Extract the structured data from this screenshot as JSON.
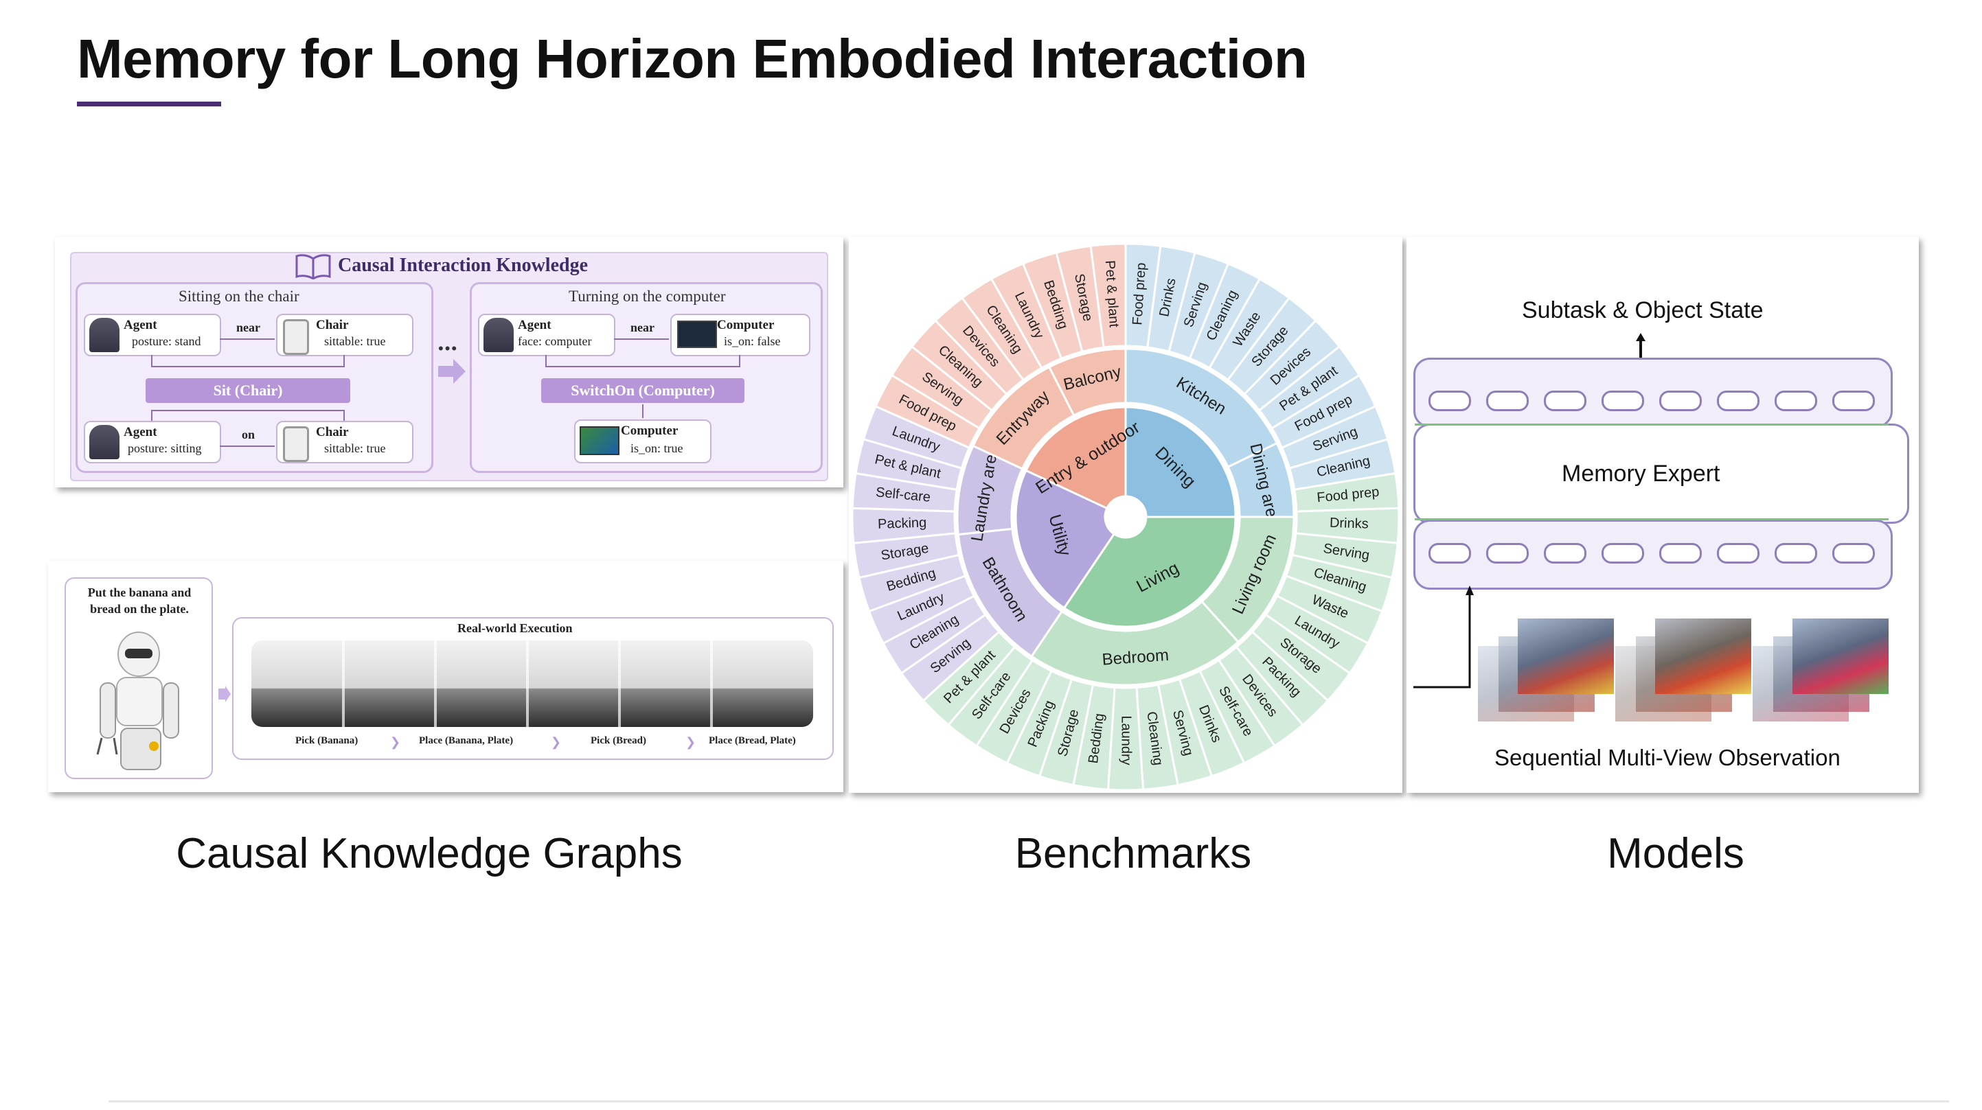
{
  "slide": {
    "title": "Memory for Long Horizon Embodied Interaction"
  },
  "captions": {
    "left": "Causal Knowledge Graphs",
    "middle": "Benchmarks",
    "right": "Models"
  },
  "causal_panel": {
    "header": "Causal Interaction Knowledge",
    "dots": "•••",
    "left_example": {
      "title": "Sitting on the chair",
      "top_agent_title": "Agent",
      "top_agent_state": "posture: stand",
      "top_relation": "near",
      "top_object_title": "Chair",
      "top_object_state": "sittable: true",
      "action": "Sit (Chair)",
      "bottom_agent_title": "Agent",
      "bottom_agent_state": "posture: sitting",
      "bottom_relation": "on",
      "bottom_object_title": "Chair",
      "bottom_object_state": "sittable: true"
    },
    "right_example": {
      "title": "Turning on the computer",
      "agent_title": "Agent",
      "agent_state": "face: computer",
      "relation": "near",
      "object_title": "Computer",
      "object_state": "is_on: false",
      "action": "SwitchOn (Computer)",
      "result_title": "Computer",
      "result_state": "is_on: true"
    }
  },
  "execution_panel": {
    "instruction": "Put the banana and bread on the plate.",
    "header": "Real-world Execution",
    "steps": [
      "Pick (Banana)",
      "Place (Banana, Plate)",
      "Pick (Bread)",
      "Place (Bread, Plate)"
    ]
  },
  "benchmark_wheel": {
    "inner": [
      {
        "label": "Dining",
        "color": "#8cbfe0"
      },
      {
        "label": "Living",
        "color": "#93cfa4"
      },
      {
        "label": "Utility",
        "color": "#b3a6dc"
      },
      {
        "label": "Entry & outdoor",
        "color": "#efa590"
      }
    ],
    "middle": [
      {
        "label": "Kitchen",
        "group": "blue"
      },
      {
        "label": "Dining area",
        "group": "blue"
      },
      {
        "label": "Living room",
        "group": "green"
      },
      {
        "label": "Bedroom",
        "group": "green"
      },
      {
        "label": "Bathroom",
        "group": "purple"
      },
      {
        "label": "Laundry area",
        "group": "purple"
      },
      {
        "label": "Entryway",
        "group": "salmon"
      },
      {
        "label": "Balcony",
        "group": "salmon"
      }
    ],
    "outer": [
      {
        "label": "Food prep",
        "group": "blue"
      },
      {
        "label": "Drinks",
        "group": "blue"
      },
      {
        "label": "Serving",
        "group": "blue"
      },
      {
        "label": "Cleaning",
        "group": "blue"
      },
      {
        "label": "Waste",
        "group": "blue"
      },
      {
        "label": "Storage",
        "group": "blue"
      },
      {
        "label": "Devices",
        "group": "blue"
      },
      {
        "label": "Pet & plant",
        "group": "blue"
      },
      {
        "label": "Food prep",
        "group": "blue"
      },
      {
        "label": "Serving",
        "group": "blue"
      },
      {
        "label": "Cleaning",
        "group": "blue"
      },
      {
        "label": "Food prep",
        "group": "green"
      },
      {
        "label": "Drinks",
        "group": "green"
      },
      {
        "label": "Serving",
        "group": "green"
      },
      {
        "label": "Cleaning",
        "group": "green"
      },
      {
        "label": "Waste",
        "group": "green"
      },
      {
        "label": "Laundry",
        "group": "green"
      },
      {
        "label": "Storage",
        "group": "green"
      },
      {
        "label": "Packing",
        "group": "green"
      },
      {
        "label": "Devices",
        "group": "green"
      },
      {
        "label": "Self-care",
        "group": "green"
      },
      {
        "label": "Drinks",
        "group": "green"
      },
      {
        "label": "Serving",
        "group": "green"
      },
      {
        "label": "Cleaning",
        "group": "green"
      },
      {
        "label": "Laundry",
        "group": "green"
      },
      {
        "label": "Bedding",
        "group": "green"
      },
      {
        "label": "Storage",
        "group": "green"
      },
      {
        "label": "Packing",
        "group": "green"
      },
      {
        "label": "Devices",
        "group": "green"
      },
      {
        "label": "Self-care",
        "group": "green"
      },
      {
        "label": "Pet & plant",
        "group": "green"
      },
      {
        "label": "Serving",
        "group": "purple"
      },
      {
        "label": "Cleaning",
        "group": "purple"
      },
      {
        "label": "Laundry",
        "group": "purple"
      },
      {
        "label": "Bedding",
        "group": "purple"
      },
      {
        "label": "Storage",
        "group": "purple"
      },
      {
        "label": "Packing",
        "group": "purple"
      },
      {
        "label": "Self-care",
        "group": "purple"
      },
      {
        "label": "Pet & plant",
        "group": "purple"
      },
      {
        "label": "Laundry",
        "group": "purple"
      },
      {
        "label": "Food prep",
        "group": "salmon"
      },
      {
        "label": "Serving",
        "group": "salmon"
      },
      {
        "label": "Cleaning",
        "group": "salmon"
      },
      {
        "label": "Devices",
        "group": "salmon"
      },
      {
        "label": "Cleaning",
        "group": "salmon"
      },
      {
        "label": "Laundry",
        "group": "salmon"
      },
      {
        "label": "Bedding",
        "group": "salmon"
      },
      {
        "label": "Storage",
        "group": "salmon"
      },
      {
        "label": "Pet & plant",
        "group": "salmon"
      }
    ],
    "group_colors": {
      "blue": "#cfe3f1",
      "green": "#d3ebdb",
      "purple": "#dcd6ee",
      "salmon": "#f6d0c6"
    }
  },
  "model_panel": {
    "output_label": "Subtask & Object State",
    "expert_label": "Memory Expert",
    "input_label": "Sequential Multi-View Observation"
  }
}
